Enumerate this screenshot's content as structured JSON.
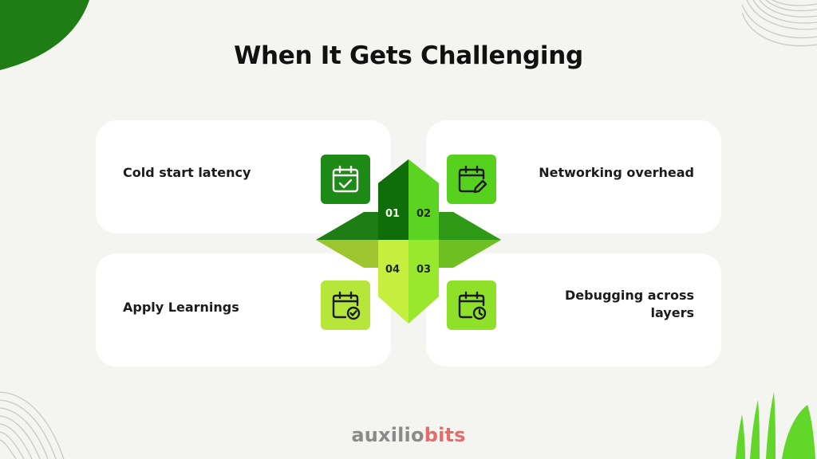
{
  "title": "When It Gets Challenging",
  "steps": [
    {
      "number": "01",
      "label": "Cold start latency",
      "icon": "calendar-check-icon",
      "color": "#1c8a14"
    },
    {
      "number": "02",
      "label": "Networking overhead",
      "icon": "calendar-edit-icon",
      "color": "#55d11e"
    },
    {
      "number": "03",
      "label": "Debugging across layers",
      "icon": "calendar-clock-icon",
      "color": "#8fe029"
    },
    {
      "number": "04",
      "label": "Apply Learnings",
      "icon": "calendar-check-circle-icon",
      "color": "#b6e63a"
    }
  ],
  "logo": {
    "part1": "auxilio",
    "part2": "bits"
  },
  "colors": {
    "background": "#f4f4f1",
    "dark_green": "#1c7a12",
    "logo_red": "#e86a6a"
  }
}
